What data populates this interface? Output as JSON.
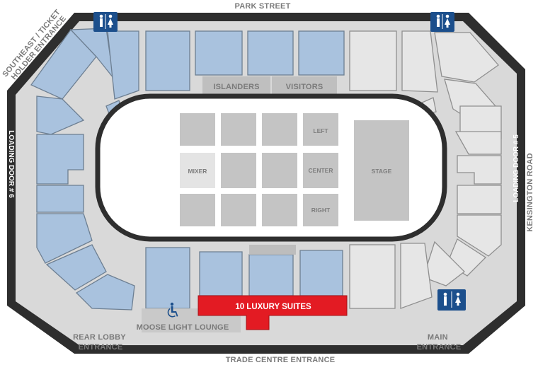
{
  "streets": {
    "north": "PARK STREET",
    "south": "TRADE CENTRE ENTRANCE",
    "east": "KENSINGTON ROAD"
  },
  "entrances": {
    "southeast_line1": "SOUTHEAST / TICKET",
    "southeast_line2": "HOLDER ENTRANCE",
    "rear_lobby_line1": "REAR LOBBY",
    "rear_lobby_line2": "ENTRANCE",
    "main_line1": "MAIN",
    "main_line2": "ENTRANCE"
  },
  "loading_doors": {
    "west": "LOADING DOOR # 6",
    "east": "LOADING DOOR # 5"
  },
  "benches": {
    "home": "ISLANDERS",
    "away": "VISITORS"
  },
  "floor": {
    "left": "LEFT",
    "center": "CENTER",
    "right": "RIGHT",
    "mixer": "MIXER",
    "stage": "STAGE"
  },
  "suites": "10 LUXURY SUITES",
  "lounge": "MOOSE LIGHT LOUNGE",
  "icons": [
    "restroom-icon",
    "wheelchair-icon"
  ],
  "colors": {
    "blue_section": "#a9c2de",
    "gray_section": "#e6e6e6",
    "suites": "#e31b23",
    "floor": "#c4c4c4",
    "outline": "#2b2b2b",
    "restroom": "#1c4f8c"
  }
}
